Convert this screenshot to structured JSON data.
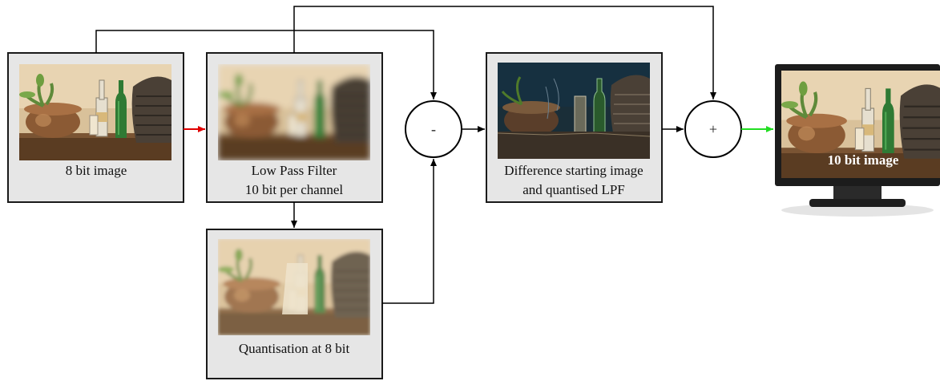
{
  "diagram": {
    "box_input": {
      "label_lines": [
        "8 bit image"
      ]
    },
    "box_lpf": {
      "label_lines": [
        "Low Pass Filter",
        "10 bit per channel"
      ]
    },
    "box_quant": {
      "label_lines": [
        "Quantisation at 8 bit"
      ]
    },
    "box_diff": {
      "label_lines": [
        "Difference starting image",
        "and quantised LPF"
      ]
    },
    "op_subtract": {
      "symbol": "-"
    },
    "op_add": {
      "symbol": "+"
    },
    "monitor": {
      "label": "10 bit image"
    }
  },
  "colors": {
    "box_fill": "#e6e6e6",
    "box_border": "#1a1a1a",
    "arrow_default": "#000000",
    "arrow_input_to_lpf": "#e00000",
    "arrow_output": "#22dd22",
    "monitor_body": "#1c1c1c"
  }
}
